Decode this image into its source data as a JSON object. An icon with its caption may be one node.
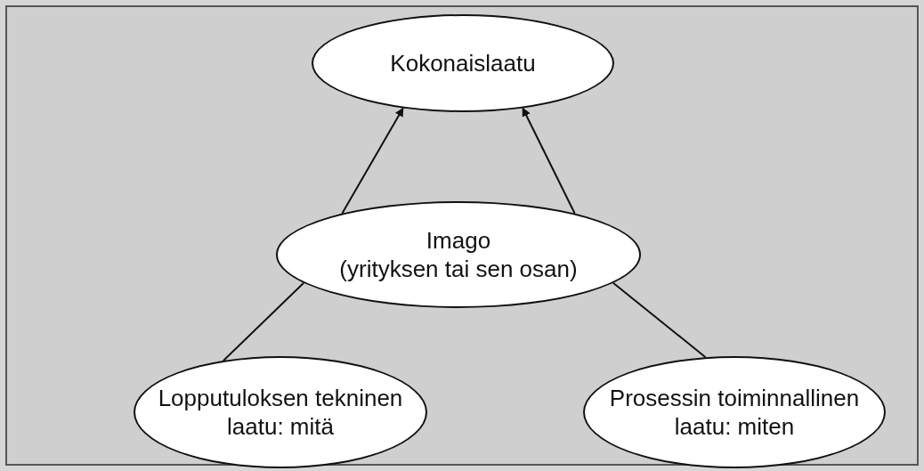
{
  "diagram": {
    "nodes": [
      {
        "text": [
          "Kokonaislaatu"
        ]
      },
      {
        "text": [
          "Imago",
          "(yrityksen tai sen osan)"
        ]
      },
      {
        "text": [
          "Lopputuloksen tekninen laatu: mitä"
        ]
      },
      {
        "text": [
          "Prosessin toiminnallinen laatu: miten"
        ]
      }
    ],
    "edges": [
      {
        "from": 2,
        "to": 1,
        "arrow": "none"
      },
      {
        "from": 3,
        "to": 1,
        "arrow": "none"
      },
      {
        "from": 1,
        "to": 0,
        "arrow": "to"
      },
      {
        "from": 1,
        "to": 0,
        "arrow": "to"
      }
    ]
  }
}
